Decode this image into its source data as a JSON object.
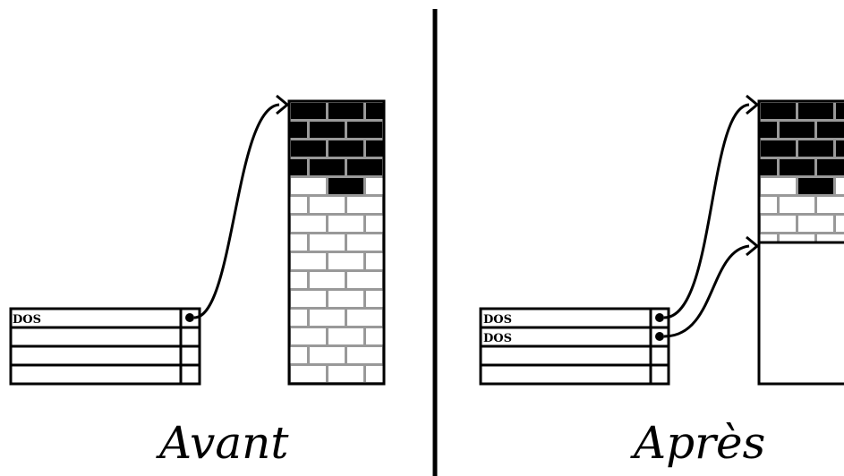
{
  "before": {
    "caption": "Avant",
    "partition_table": {
      "entries": [
        "DOS",
        "",
        "",
        ""
      ]
    }
  },
  "after": {
    "caption": "Après",
    "partition_table": {
      "entries": [
        "DOS",
        "DOS",
        "",
        ""
      ]
    }
  },
  "colors": {
    "ink": "#000000",
    "used_block": "#000000",
    "free_block": "#ffffff",
    "mortar": "#999999"
  }
}
